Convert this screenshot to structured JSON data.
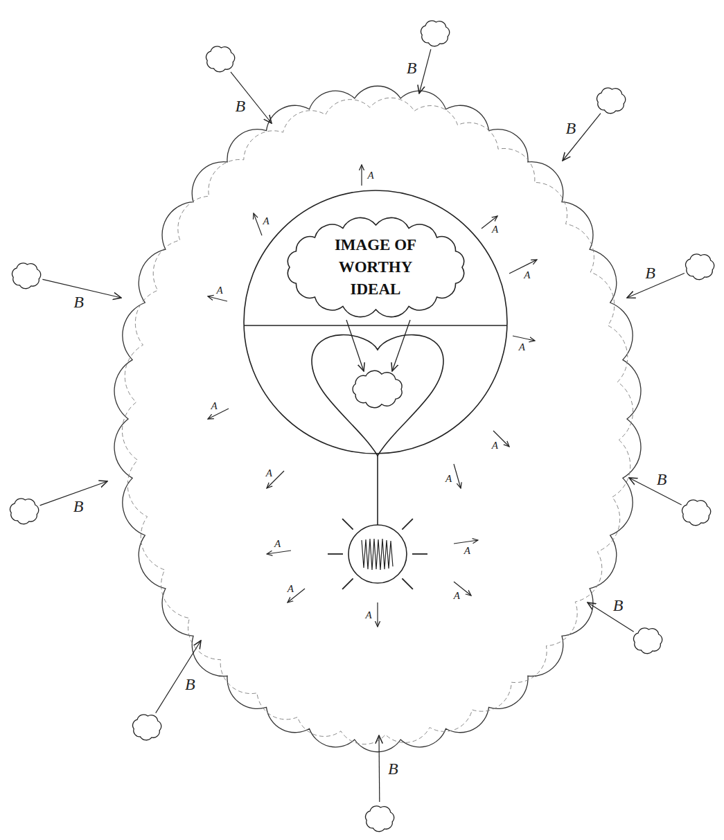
{
  "diagram": {
    "nodes": [
      {
        "text": [
          "IMAGE OF WORTHY IDEAL"
        ]
      }
    ],
    "labels": [
      "A",
      "A",
      "A",
      "A",
      "A",
      "A",
      "A",
      "A",
      "A",
      "A",
      "A",
      "A",
      "A",
      "A",
      "A",
      "B",
      "B",
      "B",
      "B",
      "B",
      "B",
      "B",
      "B",
      "B",
      "B"
    ]
  }
}
